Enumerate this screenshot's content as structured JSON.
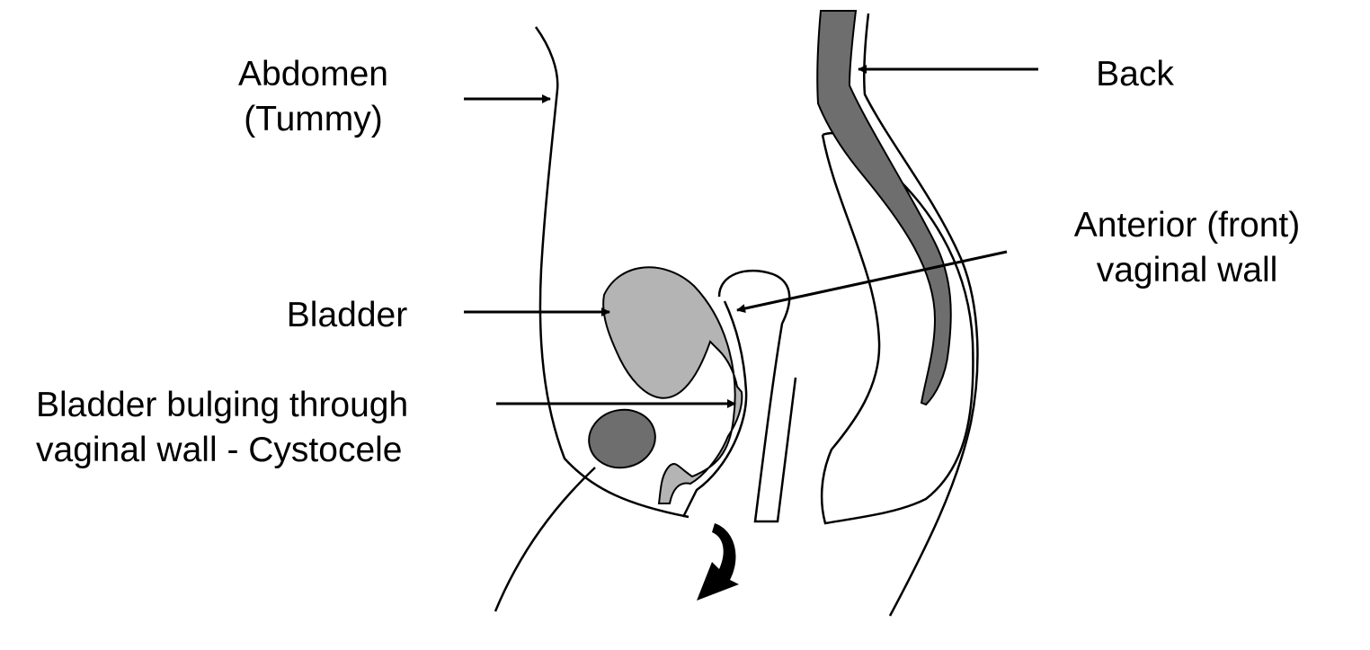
{
  "labels": {
    "abdomen": {
      "line1": "Abdomen",
      "line2": "(Tummy)"
    },
    "back": "Back",
    "anterior_wall": {
      "line1": "Anterior (front)",
      "line2": "vaginal wall"
    },
    "bladder": "Bladder",
    "cystocele": {
      "line1": "Bladder bulging through",
      "line2": "vaginal wall - Cystocele"
    }
  },
  "colors": {
    "bladder_fill": "#b4b4b4",
    "dark_fill": "#6e6e6e",
    "line": "#000000",
    "background": "#ffffff"
  }
}
